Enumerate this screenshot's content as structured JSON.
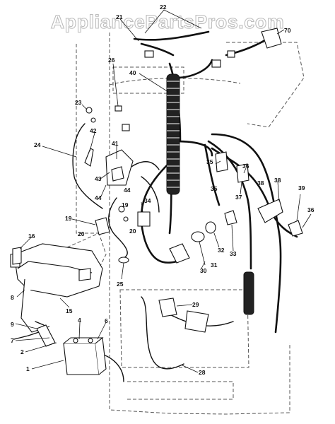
{
  "watermark": "AppliancePartsPros.com",
  "callouts": [
    "22",
    "21",
    "70",
    "26",
    "40",
    "23",
    "42",
    "24",
    "41",
    "43",
    "44",
    "19",
    "20",
    "34",
    "38",
    "35",
    "36",
    "37",
    "39",
    "16",
    "32",
    "33",
    "30",
    "31",
    "25",
    "8",
    "15",
    "29",
    "9",
    "4",
    "6",
    "7",
    "2",
    "1",
    "28"
  ]
}
